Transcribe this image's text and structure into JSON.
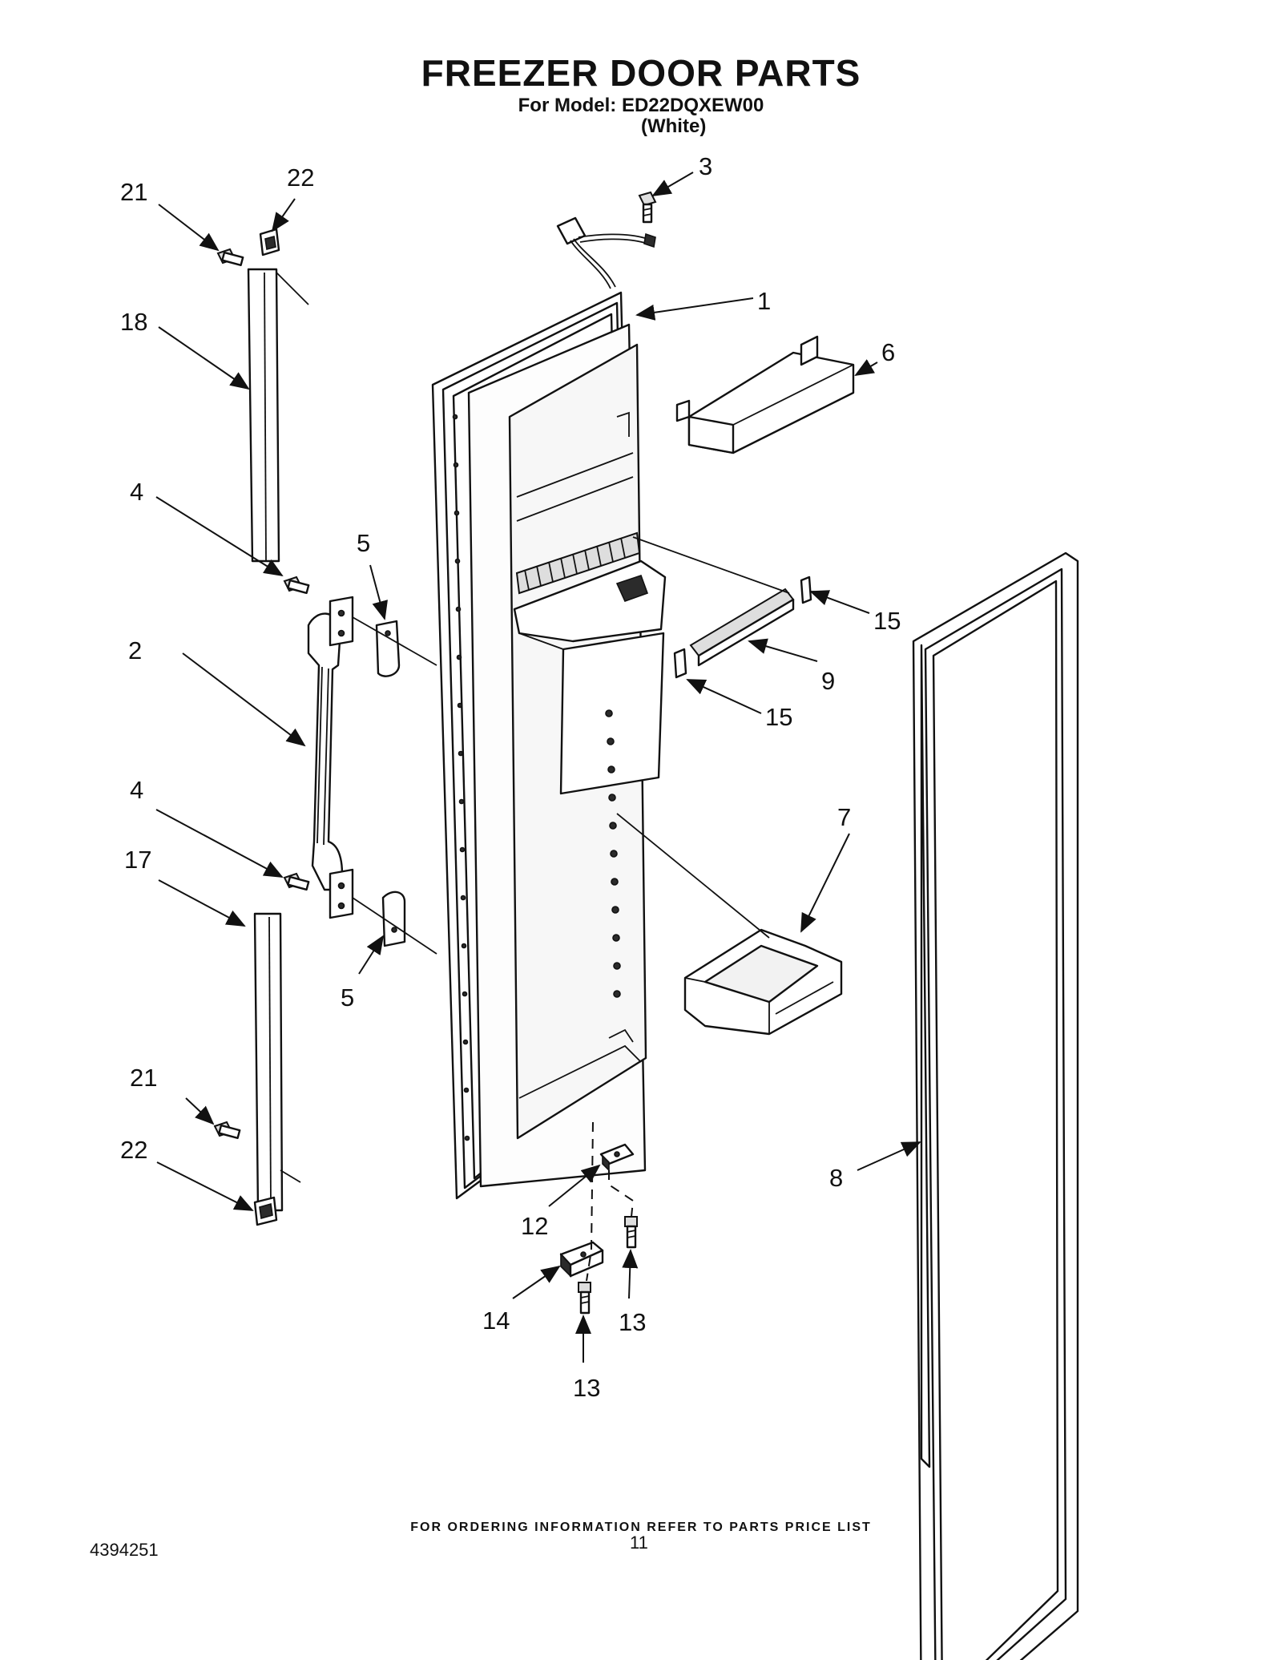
{
  "header": {
    "title": "FREEZER DOOR PARTS",
    "model_line": "For Model: ED22DQXEW00",
    "color_line": "(White)"
  },
  "footer": {
    "ordering_note": "FOR ORDERING INFORMATION REFER TO PARTS PRICE LIST",
    "document_number": "4394251",
    "page_number": "11"
  },
  "callouts": {
    "c1": "1",
    "c2": "2",
    "c3": "3",
    "c4a": "4",
    "c4b": "4",
    "c5a": "5",
    "c5b": "5",
    "c6": "6",
    "c7": "7",
    "c8": "8",
    "c9": "9",
    "c12": "12",
    "c13a": "13",
    "c13b": "13",
    "c14": "14",
    "c15a": "15",
    "c15b": "15",
    "c17": "17",
    "c18": "18",
    "c21a": "21",
    "c21b": "21",
    "c22a": "22",
    "c22b": "22"
  }
}
